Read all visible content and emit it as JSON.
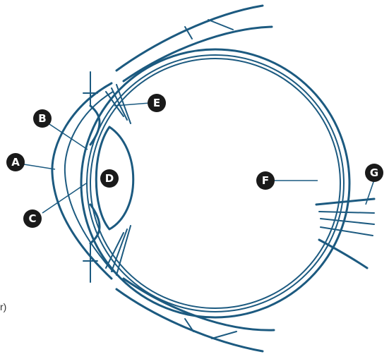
{
  "diagram": {
    "labels": [
      {
        "id": "A",
        "text": "A"
      },
      {
        "id": "B",
        "text": "B"
      },
      {
        "id": "C",
        "text": "C"
      },
      {
        "id": "D",
        "text": "D"
      },
      {
        "id": "E",
        "text": "E"
      },
      {
        "id": "F",
        "text": "F"
      },
      {
        "id": "G",
        "text": "G"
      }
    ],
    "margin_fragment": "r)",
    "colors": {
      "line": "#1c5a80",
      "badge": "#1a1a1a",
      "badge_text": "#ffffff"
    }
  }
}
